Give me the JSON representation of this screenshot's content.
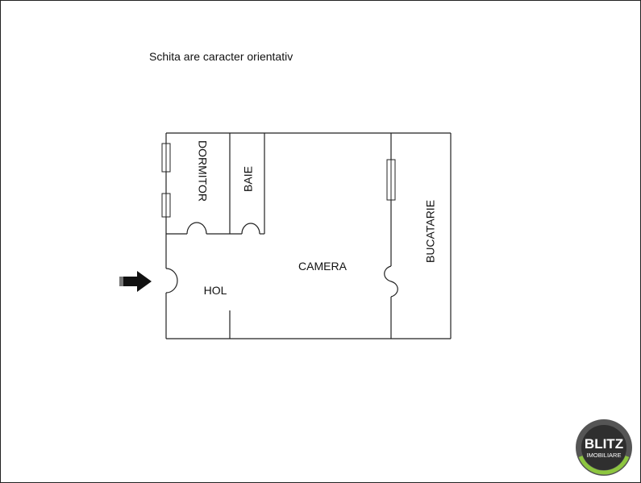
{
  "note": "Schita are caracter orientativ",
  "rooms": {
    "dormitor": "DORMITOR",
    "baie": "BAIE",
    "camera": "CAMERA",
    "hol": "HOL",
    "bucatarie": "BUCATARIE"
  },
  "logo": {
    "line1": "BLITZ",
    "line2": "IMOBILIARE",
    "colors": {
      "ring_dark": "#555555",
      "ring_green": "#8dc63f",
      "fill": "#2f2f2f",
      "text": "#ffffff"
    }
  },
  "icons": {
    "entrance": "entrance-arrow-icon"
  }
}
